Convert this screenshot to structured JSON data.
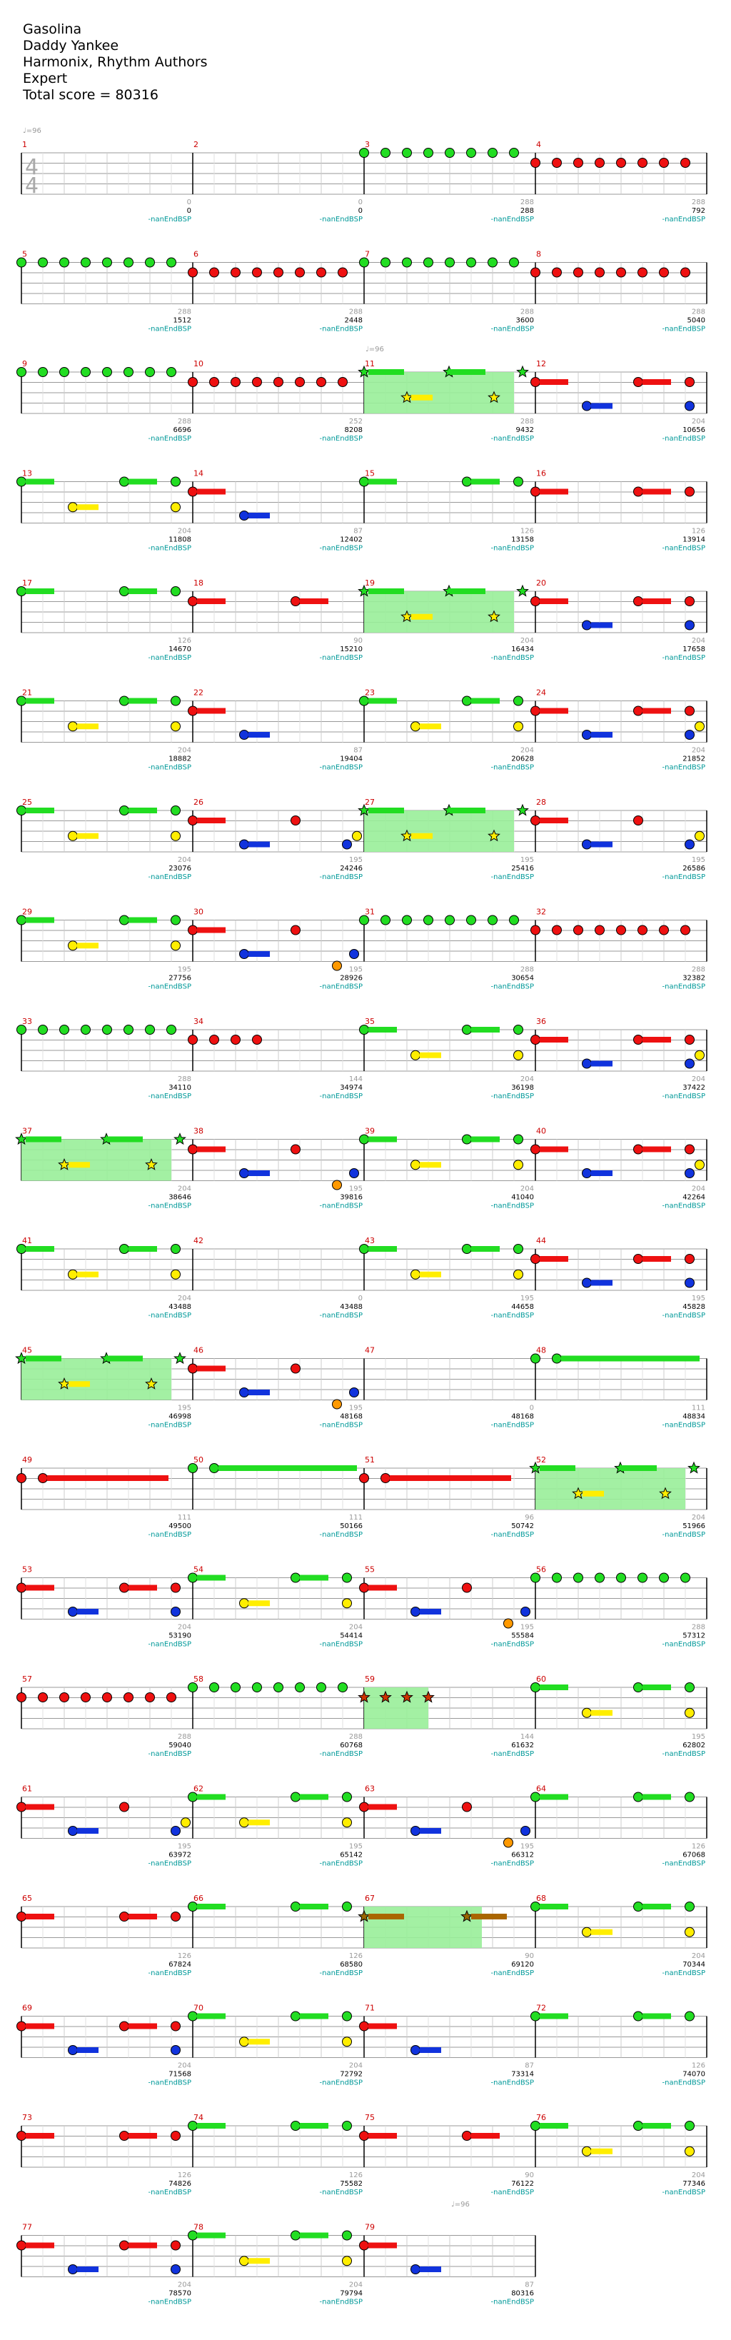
{
  "header": {
    "song": "Gasolina",
    "artist": "Daddy Yankee",
    "charter": "Harmonix, Rhythm Authors",
    "difficulty": "Expert",
    "total_score": "Total score = 80316"
  },
  "colors": {
    "green": "#22dd22",
    "red": "#ee1111",
    "yellow": "#ffee00",
    "blue": "#1133dd",
    "orange": "#ff9900",
    "overdrive": "#99ee99",
    "bar_number": "#cc0000",
    "score": "#000000",
    "nan_label": "#009999",
    "tempo_label": "#999999"
  },
  "tempo_markers": [
    {
      "text": "♩=96",
      "at_bar": 1
    },
    {
      "text": "♩=96",
      "at_bar": 9
    },
    {
      "text": "♩=96",
      "at_bar": 77
    }
  ],
  "time_signature": {
    "top": "4",
    "bottom": "4"
  },
  "nan_text": "-nanEndBSP",
  "bars": [
    {
      "n": "1",
      "lower": "0",
      "score": "0",
      "pat": "none"
    },
    {
      "n": "2",
      "lower": "0",
      "score": "0",
      "pat": "none"
    },
    {
      "n": "3",
      "lower": "288",
      "score": "288",
      "pat": "g8"
    },
    {
      "n": "4",
      "lower": "288",
      "score": "792",
      "pat": "r8"
    },
    {
      "n": "5",
      "lower": "288",
      "score": "1512",
      "pat": "g8"
    },
    {
      "n": "6",
      "lower": "288",
      "score": "2448",
      "pat": "r8"
    },
    {
      "n": "7",
      "lower": "288",
      "score": "3600",
      "pat": "g8"
    },
    {
      "n": "8",
      "lower": "288",
      "score": "5040",
      "pat": "r8"
    },
    {
      "n": "9",
      "lower": "288",
      "score": "6696",
      "pat": "g8"
    },
    {
      "n": "10",
      "lower": "252",
      "score": "8208",
      "pat": "r8"
    },
    {
      "n": "11",
      "lower": "288",
      "score": "9432",
      "pat": "g_od"
    },
    {
      "n": "12",
      "lower": "204",
      "score": "10656",
      "pat": "r_b"
    },
    {
      "n": "13",
      "lower": "204",
      "score": "11808",
      "pat": "g_y"
    },
    {
      "n": "14",
      "lower": "87",
      "score": "12402",
      "pat": "r_b1"
    },
    {
      "n": "15",
      "lower": "126",
      "score": "13158",
      "pat": "g3"
    },
    {
      "n": "16",
      "lower": "126",
      "score": "13914",
      "pat": "r3"
    },
    {
      "n": "17",
      "lower": "126",
      "score": "14670",
      "pat": "g3"
    },
    {
      "n": "18",
      "lower": "90",
      "score": "15210",
      "pat": "r2"
    },
    {
      "n": "19",
      "lower": "204",
      "score": "16434",
      "pat": "g_y_od"
    },
    {
      "n": "20",
      "lower": "204",
      "score": "17658",
      "pat": "r_b"
    },
    {
      "n": "21",
      "lower": "204",
      "score": "18882",
      "pat": "g_y"
    },
    {
      "n": "22",
      "lower": "87",
      "score": "19404",
      "pat": "r_b1"
    },
    {
      "n": "23",
      "lower": "204",
      "score": "20628",
      "pat": "g_y"
    },
    {
      "n": "24",
      "lower": "204",
      "score": "21852",
      "pat": "r_b_y"
    },
    {
      "n": "25",
      "lower": "204",
      "score": "23076",
      "pat": "g_y"
    },
    {
      "n": "26",
      "lower": "195",
      "score": "24246",
      "pat": "r_b_y2"
    },
    {
      "n": "27",
      "lower": "195",
      "score": "25416",
      "pat": "g_y_od"
    },
    {
      "n": "28",
      "lower": "195",
      "score": "26586",
      "pat": "r_b_y2"
    },
    {
      "n": "29",
      "lower": "195",
      "score": "27756",
      "pat": "g_y"
    },
    {
      "n": "30",
      "lower": "195",
      "score": "28926",
      "pat": "r_b_o"
    },
    {
      "n": "31",
      "lower": "288",
      "score": "30654",
      "pat": "g8"
    },
    {
      "n": "32",
      "lower": "288",
      "score": "32382",
      "pat": "r8"
    },
    {
      "n": "33",
      "lower": "288",
      "score": "34110",
      "pat": "g8"
    },
    {
      "n": "34",
      "lower": "144",
      "score": "34974",
      "pat": "r4"
    },
    {
      "n": "35",
      "lower": "204",
      "score": "36198",
      "pat": "g_y"
    },
    {
      "n": "36",
      "lower": "204",
      "score": "37422",
      "pat": "r_b_y"
    },
    {
      "n": "37",
      "lower": "204",
      "score": "38646",
      "pat": "g_y_od"
    },
    {
      "n": "38",
      "lower": "195",
      "score": "39816",
      "pat": "r_b_o"
    },
    {
      "n": "39",
      "lower": "204",
      "score": "41040",
      "pat": "g_y"
    },
    {
      "n": "40",
      "lower": "204",
      "score": "42264",
      "pat": "r_b_y"
    },
    {
      "n": "41",
      "lower": "204",
      "score": "43488",
      "pat": "g_y"
    },
    {
      "n": "42",
      "lower": "0",
      "score": "43488",
      "pat": "none"
    },
    {
      "n": "43",
      "lower": "195",
      "score": "44658",
      "pat": "g_y"
    },
    {
      "n": "44",
      "lower": "195",
      "score": "45828",
      "pat": "r_b"
    },
    {
      "n": "45",
      "lower": "195",
      "score": "46998",
      "pat": "g_y_od"
    },
    {
      "n": "46",
      "lower": "195",
      "score": "48168",
      "pat": "r_b_o"
    },
    {
      "n": "47",
      "lower": "0",
      "score": "48168",
      "pat": "none"
    },
    {
      "n": "48",
      "lower": "111",
      "score": "48834",
      "pat": "g_long"
    },
    {
      "n": "49",
      "lower": "111",
      "score": "49500",
      "pat": "r_long"
    },
    {
      "n": "50",
      "lower": "111",
      "score": "50166",
      "pat": "g_long"
    },
    {
      "n": "51",
      "lower": "96",
      "score": "50742",
      "pat": "r_long"
    },
    {
      "n": "52",
      "lower": "204",
      "score": "51966",
      "pat": "g_y_od"
    },
    {
      "n": "53",
      "lower": "204",
      "score": "53190",
      "pat": "r_b"
    },
    {
      "n": "54",
      "lower": "204",
      "score": "54414",
      "pat": "g_y"
    },
    {
      "n": "55",
      "lower": "195",
      "score": "55584",
      "pat": "r_b_o"
    },
    {
      "n": "56",
      "lower": "288",
      "score": "57312",
      "pat": "g8"
    },
    {
      "n": "57",
      "lower": "288",
      "score": "59040",
      "pat": "r8"
    },
    {
      "n": "58",
      "lower": "288",
      "score": "60768",
      "pat": "g8"
    },
    {
      "n": "59",
      "lower": "144",
      "score": "61632",
      "pat": "r4_od"
    },
    {
      "n": "60",
      "lower": "195",
      "score": "62802",
      "pat": "g_y"
    },
    {
      "n": "61",
      "lower": "195",
      "score": "63972",
      "pat": "r_b_y2"
    },
    {
      "n": "62",
      "lower": "195",
      "score": "65142",
      "pat": "g_y"
    },
    {
      "n": "63",
      "lower": "195",
      "score": "66312",
      "pat": "r_b_o"
    },
    {
      "n": "64",
      "lower": "126",
      "score": "67068",
      "pat": "g3"
    },
    {
      "n": "65",
      "lower": "126",
      "score": "67824",
      "pat": "r3"
    },
    {
      "n": "66",
      "lower": "126",
      "score": "68580",
      "pat": "g3"
    },
    {
      "n": "67",
      "lower": "90",
      "score": "69120",
      "pat": "g2_od"
    },
    {
      "n": "68",
      "lower": "204",
      "score": "70344",
      "pat": "g_y"
    },
    {
      "n": "69",
      "lower": "204",
      "score": "71568",
      "pat": "r_b"
    },
    {
      "n": "70",
      "lower": "204",
      "score": "72792",
      "pat": "g_y"
    },
    {
      "n": "71",
      "lower": "87",
      "score": "73314",
      "pat": "r_b1"
    },
    {
      "n": "72",
      "lower": "126",
      "score": "74070",
      "pat": "g3"
    },
    {
      "n": "73",
      "lower": "126",
      "score": "74826",
      "pat": "r3"
    },
    {
      "n": "74",
      "lower": "126",
      "score": "75582",
      "pat": "g3"
    },
    {
      "n": "75",
      "lower": "90",
      "score": "76122",
      "pat": "r2"
    },
    {
      "n": "76",
      "lower": "204",
      "score": "77346",
      "pat": "g_y"
    },
    {
      "n": "77",
      "lower": "204",
      "score": "78570",
      "pat": "r_b"
    },
    {
      "n": "78",
      "lower": "204",
      "score": "79794",
      "pat": "g_y"
    },
    {
      "n": "79",
      "lower": "87",
      "score": "80316",
      "pat": "r_b1"
    }
  ]
}
